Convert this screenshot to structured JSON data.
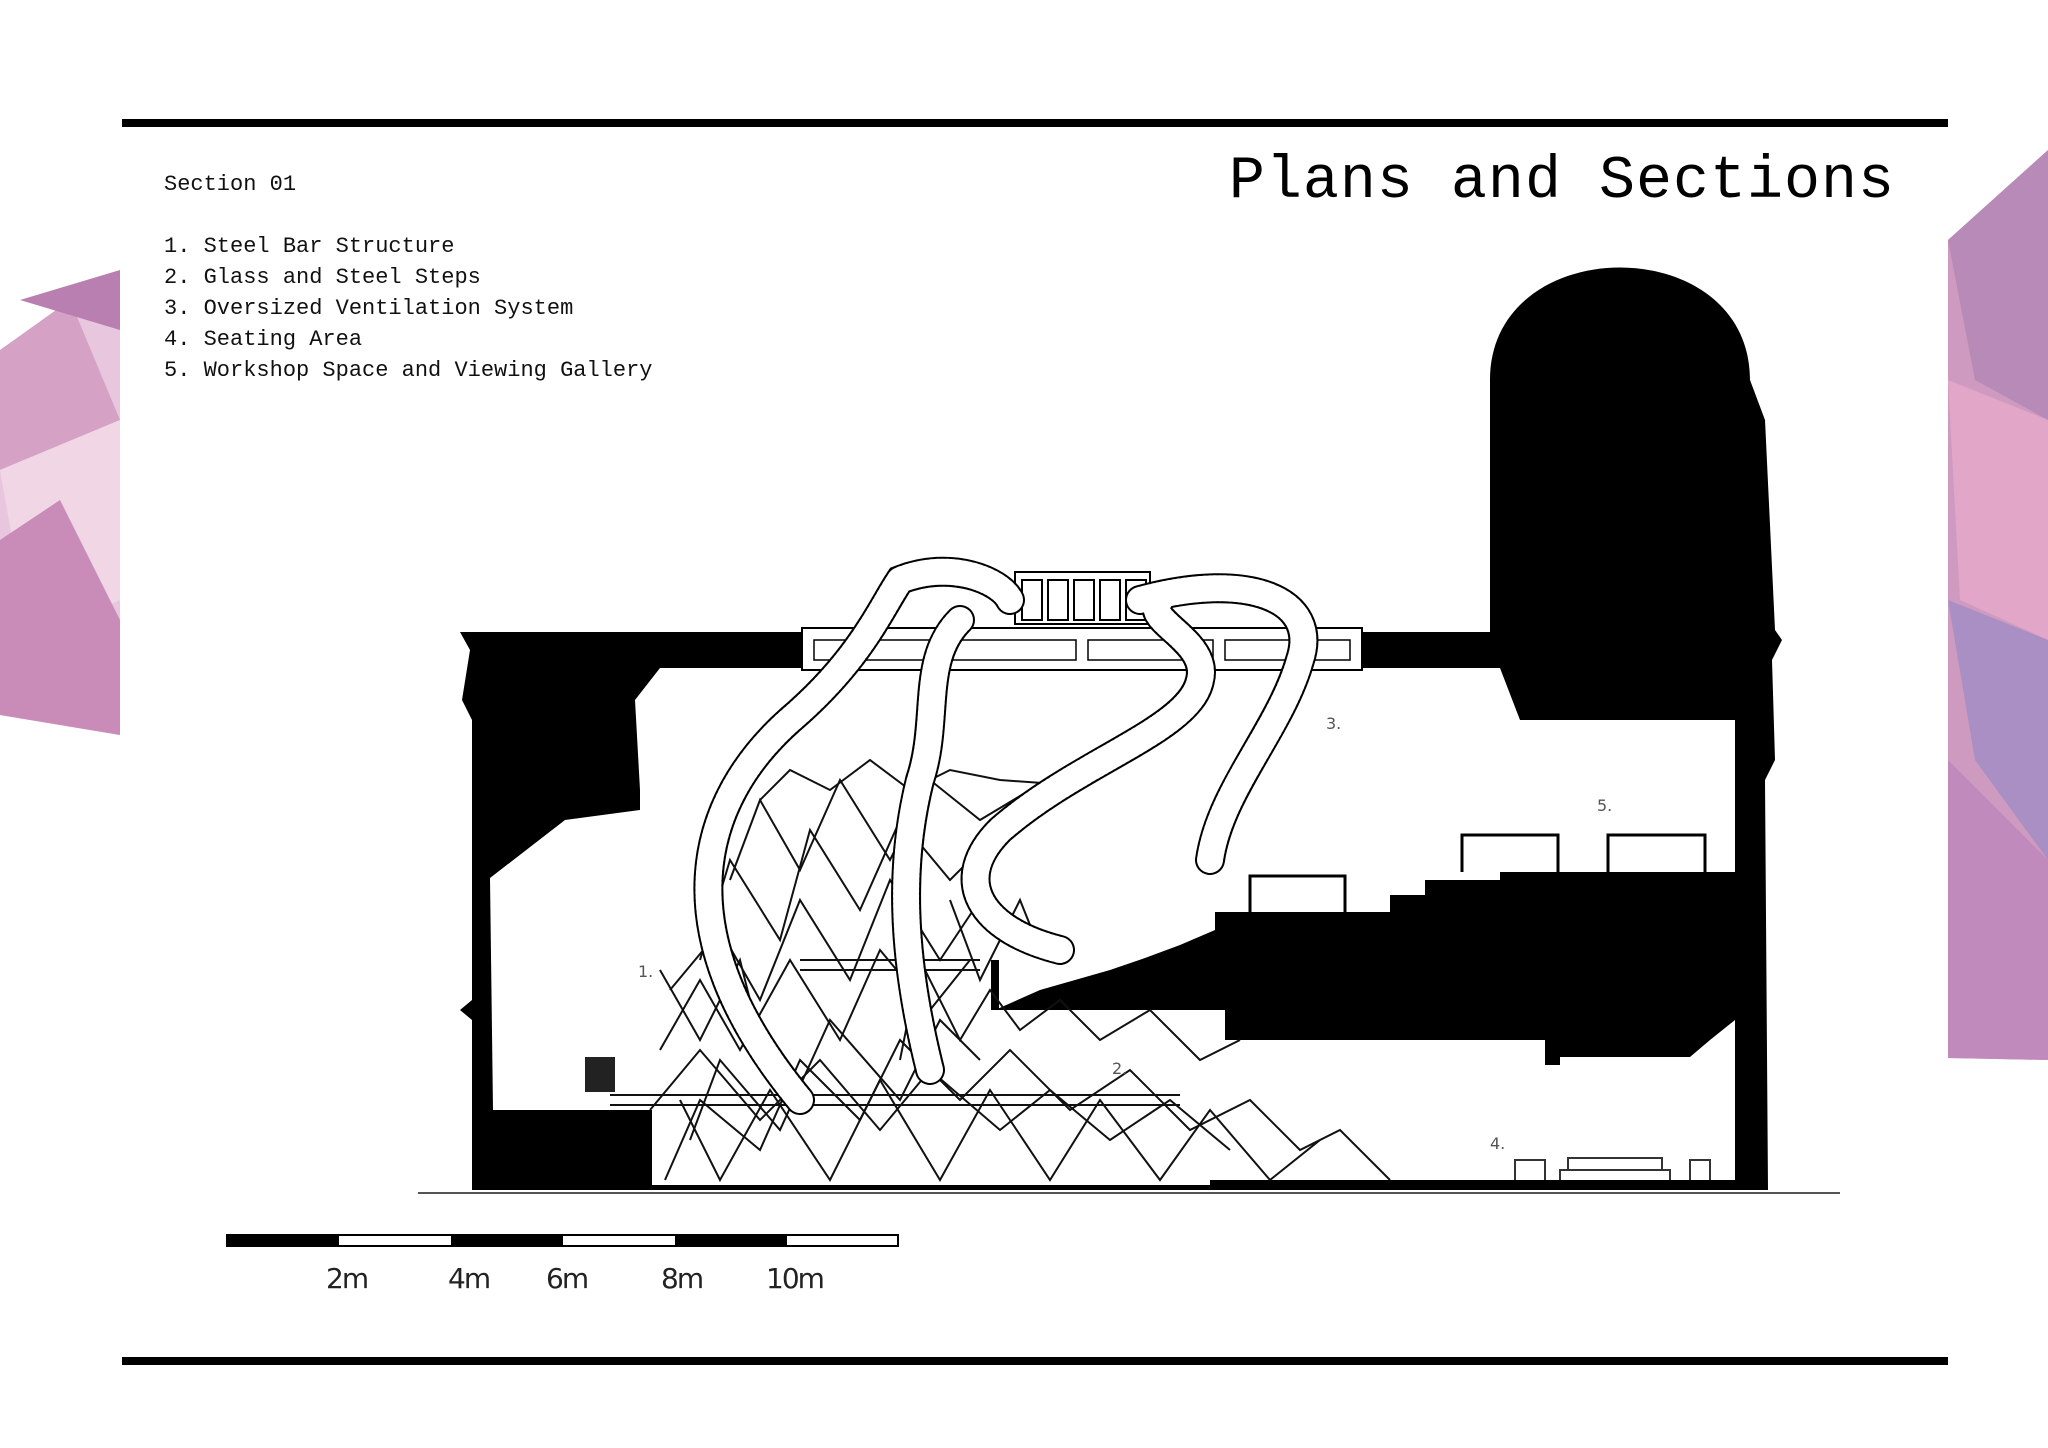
{
  "title": "Plans and Sections",
  "section_label": "Section 01",
  "legend": [
    "1. Steel Bar Structure",
    "2. Glass and Steel Steps",
    "3. Oversized Ventilation System",
    "4. Seating Area",
    "5. Workshop Space and Viewing Gallery"
  ],
  "drawing_numbers": [
    "1.",
    "2.",
    "3.",
    "4.",
    "5."
  ],
  "scale_bar": {
    "labels": [
      "2m",
      "4m",
      "6m",
      "8m",
      "10m"
    ]
  },
  "colors": {
    "ink": "#000000",
    "paper": "#ffffff",
    "accent_pink": "#d99cc4",
    "accent_violet": "#a98fc4"
  }
}
